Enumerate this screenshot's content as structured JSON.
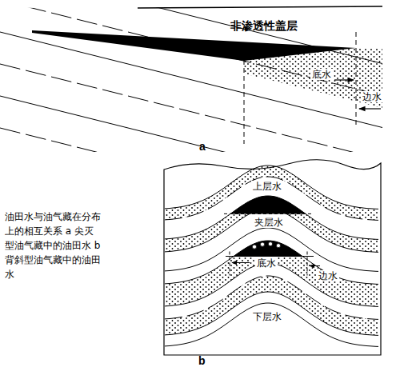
{
  "diagram": {
    "caption": "油田水与油气藏在分布上的相互关系 a 尖灭型油气藏中的油田水 b 背斜型油气藏中的油田水",
    "labels": [
      "非渗透性盖层",
      "底水",
      "边水",
      "a",
      "上层水",
      "夹层水",
      "底水",
      "边水",
      "下层水",
      "b"
    ]
  }
}
